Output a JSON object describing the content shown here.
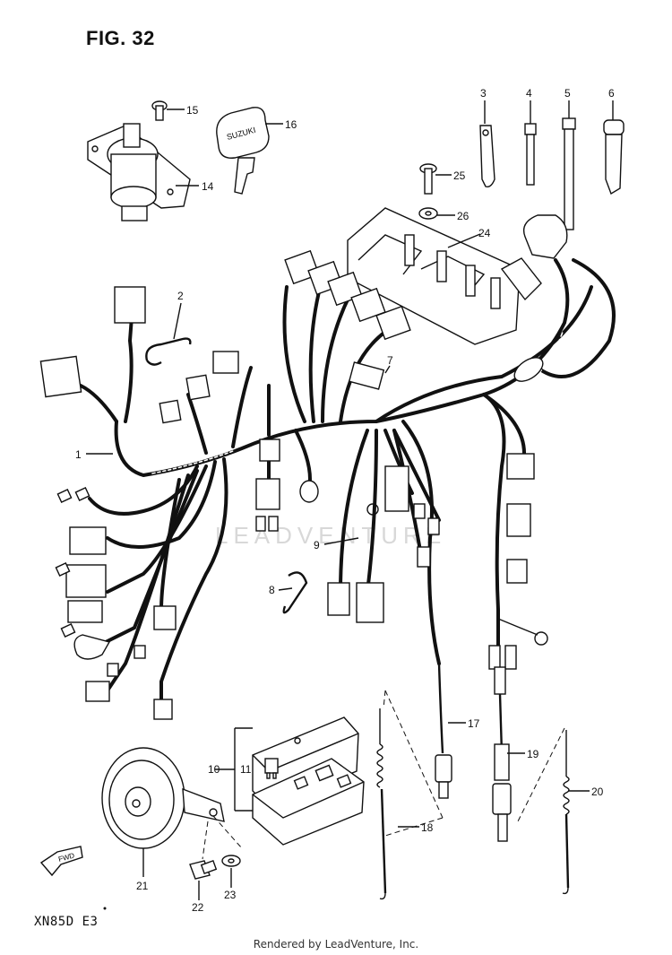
{
  "figure": {
    "title": "FIG. 32",
    "model_code": "XN85D  E3"
  },
  "watermark": "LEADVENTURE",
  "footer": "Rendered by LeadVenture, Inc.",
  "direction_label": "FWD",
  "key_text": "SUZUKI",
  "callouts": [
    {
      "id": "c1",
      "label": "1"
    },
    {
      "id": "c2",
      "label": "2"
    },
    {
      "id": "c3",
      "label": "3"
    },
    {
      "id": "c4",
      "label": "4"
    },
    {
      "id": "c5",
      "label": "5"
    },
    {
      "id": "c6",
      "label": "6"
    },
    {
      "id": "c7",
      "label": "7"
    },
    {
      "id": "c8",
      "label": "8"
    },
    {
      "id": "c9",
      "label": "9"
    },
    {
      "id": "c10",
      "label": "10"
    },
    {
      "id": "c11",
      "label": "11"
    },
    {
      "id": "c14",
      "label": "14"
    },
    {
      "id": "c15",
      "label": "15"
    },
    {
      "id": "c16",
      "label": "16"
    },
    {
      "id": "c17",
      "label": "17"
    },
    {
      "id": "c18",
      "label": "18"
    },
    {
      "id": "c19",
      "label": "19"
    },
    {
      "id": "c20",
      "label": "20"
    },
    {
      "id": "c21",
      "label": "21"
    },
    {
      "id": "c22",
      "label": "22"
    },
    {
      "id": "c23",
      "label": "23"
    },
    {
      "id": "c24",
      "label": "24"
    },
    {
      "id": "c25",
      "label": "25"
    },
    {
      "id": "c26",
      "label": "26"
    }
  ]
}
